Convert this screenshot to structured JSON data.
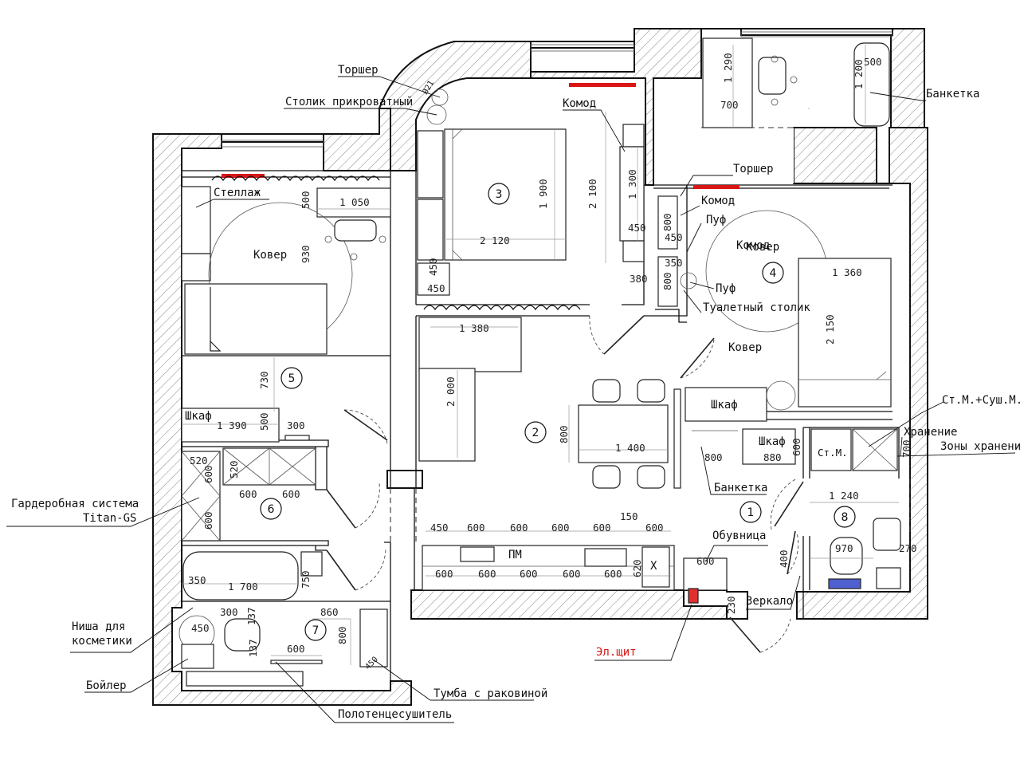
{
  "labels": {
    "torsher_top": "Торшер",
    "stolik": "Столик прикроватный",
    "komod_bedroom3": "Комод",
    "banketka_top": "Банкетка",
    "torsher_right": "Торшер",
    "stellazh": "Стеллаж",
    "kover_5": "Ковер",
    "komod_4": "Комод",
    "puf_1": "Пуф",
    "komod_kover_4": "Комод",
    "kover_4_overlap": "Ковер",
    "puf_2": "Пуф",
    "tualetny": "Туалетный столик",
    "kover_4": "Ковер",
    "shkaf_5": "Шкаф",
    "shkaf_4": "Шкаф",
    "shkaf_hall": "Шкаф",
    "stm_sushm": "Ст.М.+Суш.М.",
    "hranenie": "Хранение",
    "zony": "Зоны хранения",
    "stm_box": "Ст.М.",
    "banketka_hall": "Банкетка",
    "garderob_1": "Гардеробная система",
    "garderob_2": "Titan-GS",
    "obuvnica": "Обувница",
    "pm": "ПМ",
    "x_mark": "Х",
    "zerkalo": "Зеркало",
    "nisha_1": "Ниша для",
    "nisha_2": "косметики",
    "elshit": "Эл.щит",
    "boiler": "Бойлер",
    "tumba": "Тумба с раковиной",
    "polotence": "Полотенцесушитель",
    "r021": "Ø21"
  },
  "rooms": [
    "1",
    "2",
    "3",
    "4",
    "5",
    "6",
    "7",
    "8"
  ],
  "dims": {
    "d1290": "1 290",
    "d700": "700",
    "d500a": "500",
    "d1200": "1 200",
    "d1900": "1 900",
    "d2100": "2 100",
    "d1300": "1 300",
    "d450a": "450",
    "d2120": "2 120",
    "d380": "380",
    "d450b": "450",
    "d450c": "450",
    "d500b": "500",
    "d1050": "1 050",
    "d930": "930",
    "d800a": "800",
    "d450d": "450",
    "d350": "350",
    "d800b": "800",
    "d1360": "1 360",
    "d2150": "2 150",
    "d1380": "1 380",
    "d2000": "2 000",
    "d730": "730",
    "d1390": "1 390",
    "d500c": "500",
    "d300a": "300",
    "d800c": "800",
    "d1400": "1 400",
    "d880": "880",
    "d800d": "800",
    "d600a": "600",
    "d700b": "700",
    "d1240": "1 240",
    "d520a": "520",
    "d600b": "600",
    "d520b": "520",
    "d600c": "600",
    "d600d": "600",
    "d600e": "600",
    "k450": "450",
    "k600a": "600",
    "k600b": "600",
    "k600c": "600",
    "k600d": "600",
    "k150": "150",
    "k600e": "600",
    "k600f": "600",
    "k600g": "600",
    "k600h": "600",
    "k600i": "600",
    "k600j": "600",
    "k620": "620",
    "d600f": "600",
    "d970": "970",
    "d270": "270",
    "d400": "400",
    "d230": "230",
    "b350": "350",
    "b1700": "1 700",
    "b750": "750",
    "b300": "300",
    "b137a": "137",
    "b860": "860",
    "b450": "450",
    "b800": "800",
    "b600": "600",
    "b137b": "137",
    "b450b": "450"
  }
}
